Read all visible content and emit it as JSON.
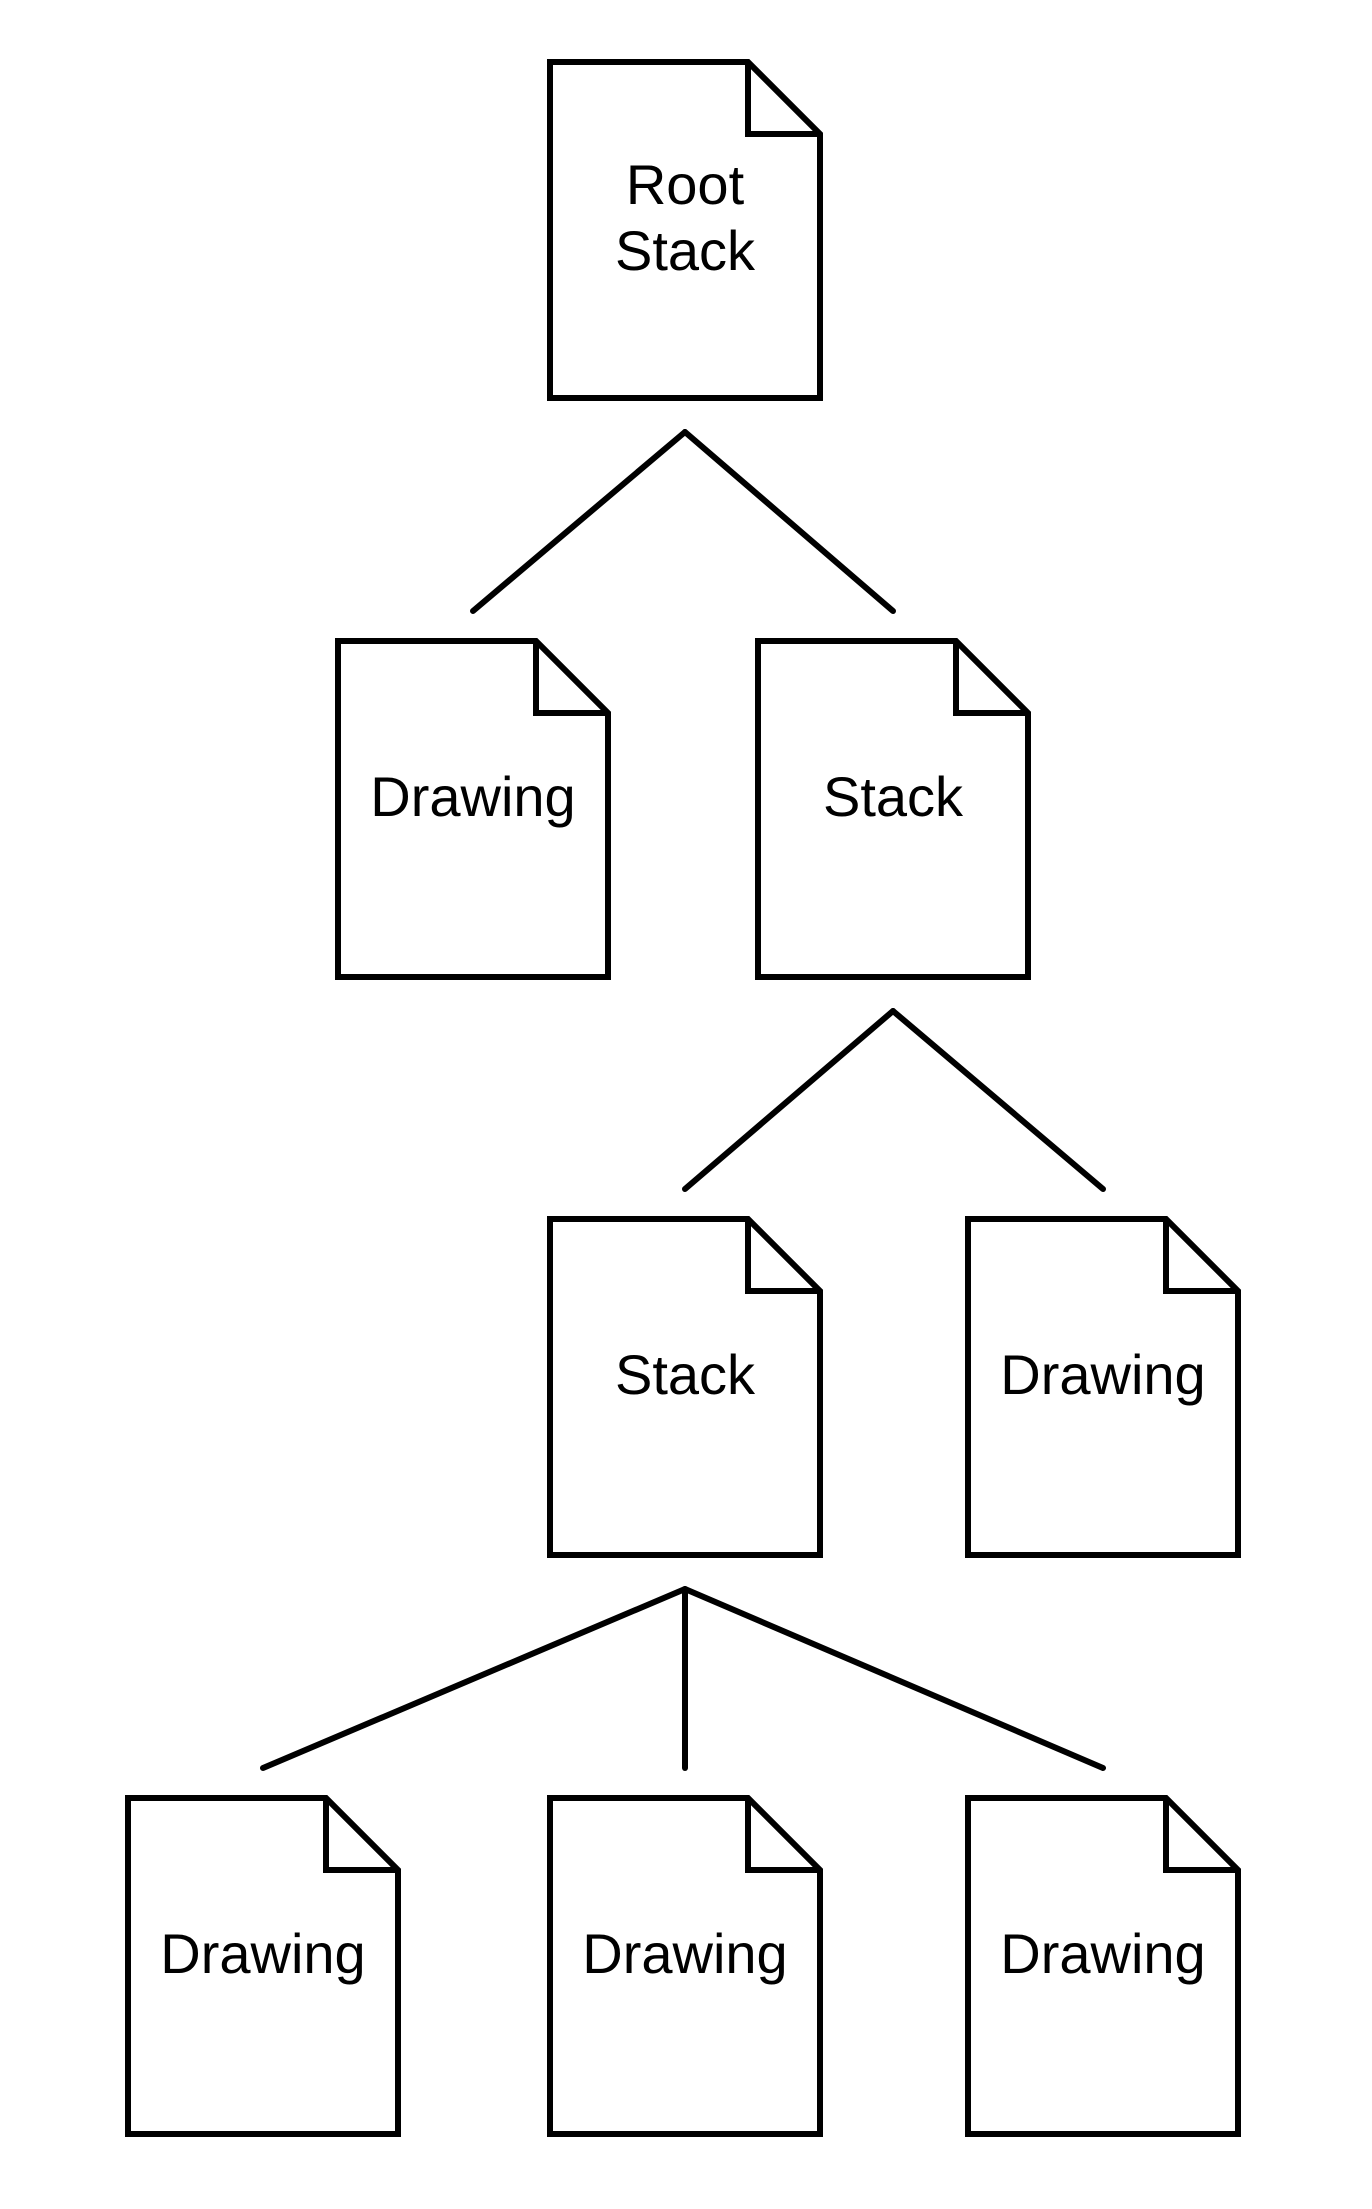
{
  "diagram": {
    "type": "tree",
    "nodes": [
      {
        "id": "root",
        "label_lines": [
          "Root",
          "Stack"
        ]
      },
      {
        "id": "d1",
        "label_lines": [
          "Drawing"
        ]
      },
      {
        "id": "s1",
        "label_lines": [
          "Stack"
        ]
      },
      {
        "id": "s2",
        "label_lines": [
          "Stack"
        ]
      },
      {
        "id": "d2",
        "label_lines": [
          "Drawing"
        ]
      },
      {
        "id": "d3",
        "label_lines": [
          "Drawing"
        ]
      },
      {
        "id": "d4",
        "label_lines": [
          "Drawing"
        ]
      },
      {
        "id": "d5",
        "label_lines": [
          "Drawing"
        ]
      }
    ],
    "edges": [
      {
        "from": "root",
        "to": "d1"
      },
      {
        "from": "root",
        "to": "s1"
      },
      {
        "from": "s1",
        "to": "s2"
      },
      {
        "from": "s1",
        "to": "d2"
      },
      {
        "from": "s2",
        "to": "d3"
      },
      {
        "from": "s2",
        "to": "d4"
      },
      {
        "from": "s2",
        "to": "d5"
      }
    ],
    "colors": {
      "stroke": "#000000",
      "fill": "#ffffff",
      "text": "#000000"
    }
  }
}
